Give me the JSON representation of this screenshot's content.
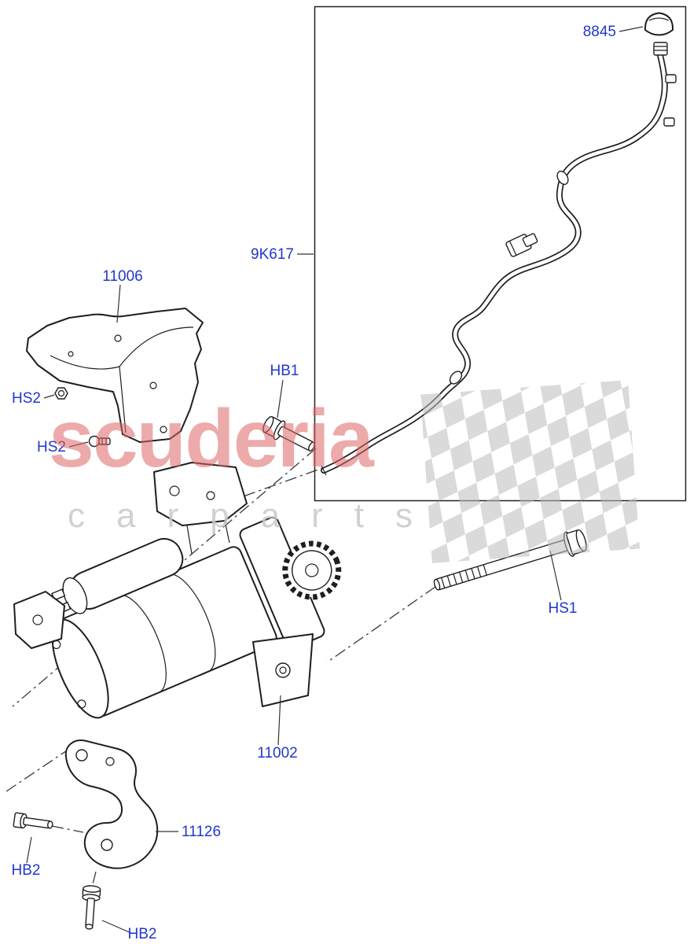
{
  "page": {
    "background": "#ffffff",
    "kind": "exploded-parts-diagram"
  },
  "colors": {
    "label_blue": "#2038cc",
    "line_black": "#1e1e1e",
    "watermark_red": "#e06666",
    "watermark_gray": "#c9c9c9"
  },
  "watermark": {
    "brand": "scuderia",
    "subtitle": "carparts"
  },
  "parts": {
    "cap": {
      "label": "8845"
    },
    "harness": {
      "label": "9K617"
    },
    "heat_shield": {
      "label": "11006"
    },
    "heat_shield_nut": {
      "label": "HS2"
    },
    "heat_shield_screw": {
      "label": "HS2"
    },
    "mount_bolt_upper": {
      "label": "HB1"
    },
    "mount_bolt_long": {
      "label": "HS1"
    },
    "starter_motor": {
      "label": "11002"
    },
    "support_bracket": {
      "label": "11126"
    },
    "bracket_bolt_left": {
      "label": "HB2"
    },
    "bracket_bolt_lower": {
      "label": "HB2"
    }
  }
}
